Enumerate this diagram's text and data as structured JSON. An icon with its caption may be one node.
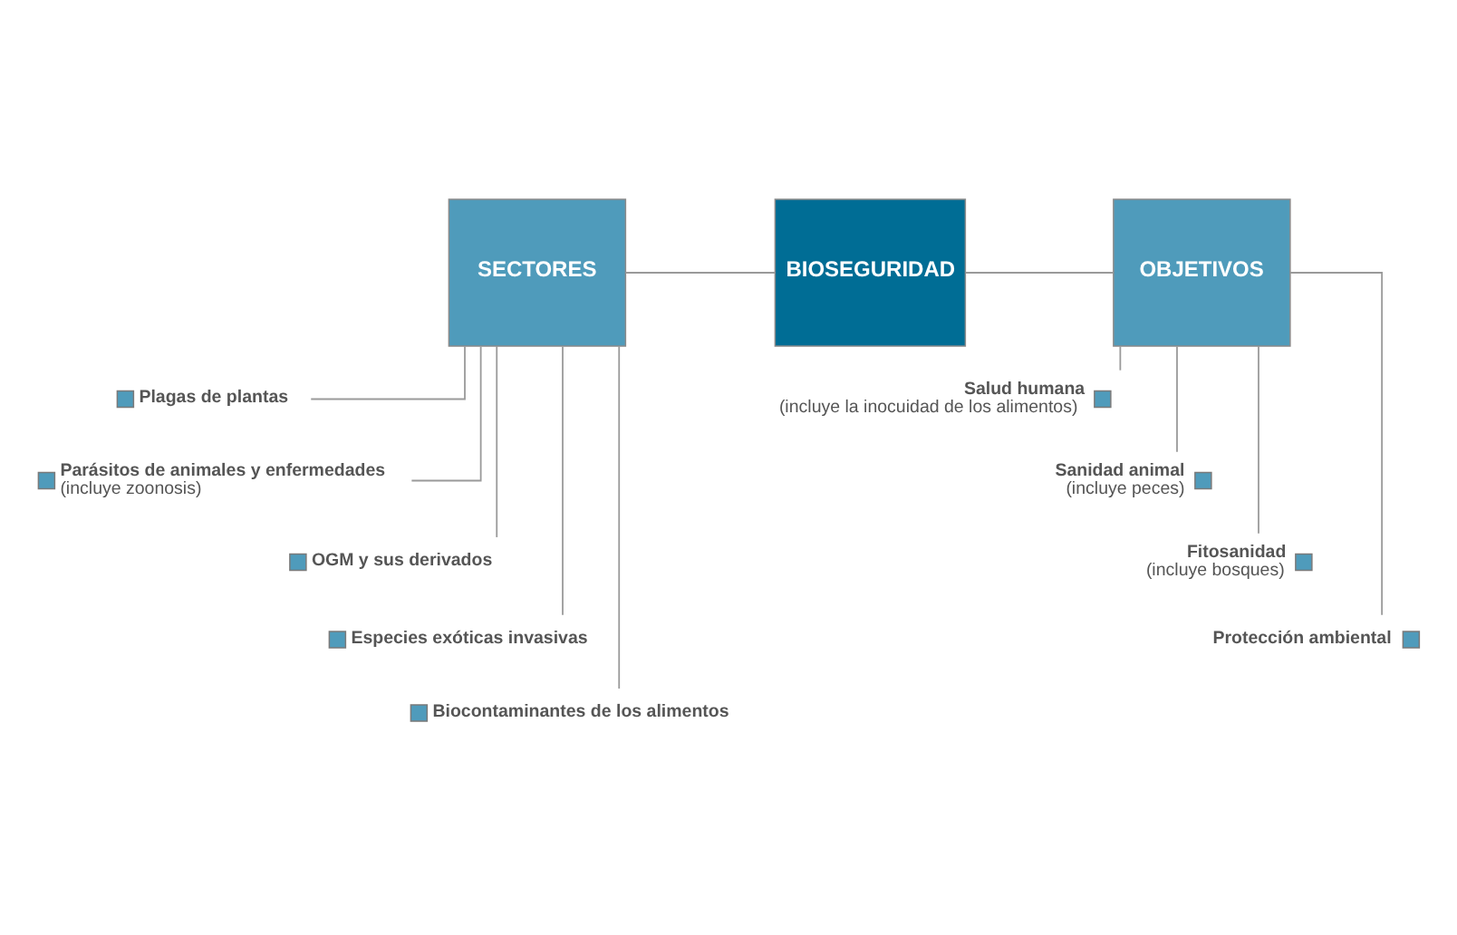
{
  "diagram": {
    "nodes": [
      {
        "text": [
          "SECTORES"
        ]
      },
      {
        "text": [
          "BIOSEGURIDAD"
        ]
      },
      {
        "text": [
          "OBJETIVOS"
        ]
      },
      {
        "text": [
          "Plagas de plantas"
        ]
      },
      {
        "text": [
          "Parásitos de animales y enfermedades",
          "(incluye zoonosis)"
        ]
      },
      {
        "text": [
          "OGM y sus derivados"
        ]
      },
      {
        "text": [
          "Especies exóticas invasivas"
        ]
      },
      {
        "text": [
          "Biocontaminantes de los alimentos"
        ]
      },
      {
        "text": [
          "Salud humana",
          "(incluye la inocuidad de los alimentos)"
        ]
      },
      {
        "text": [
          "Sanidad animal",
          "(incluye peces)"
        ]
      },
      {
        "text": [
          "Fitosanidad",
          "(incluye bosques)"
        ]
      },
      {
        "text": [
          "Protección ambiental"
        ]
      }
    ],
    "edges": [
      {
        "from": 0,
        "to": 1,
        "arrow": "none"
      },
      {
        "from": 1,
        "to": 2,
        "arrow": "none"
      },
      {
        "from": 0,
        "to": 3,
        "arrow": "none"
      },
      {
        "from": 0,
        "to": 4,
        "arrow": "none"
      },
      {
        "from": 0,
        "to": 5,
        "arrow": "none"
      },
      {
        "from": 0,
        "to": 6,
        "arrow": "none"
      },
      {
        "from": 0,
        "to": 7,
        "arrow": "none"
      },
      {
        "from": 2,
        "to": 8,
        "arrow": "none"
      },
      {
        "from": 2,
        "to": 9,
        "arrow": "none"
      },
      {
        "from": 2,
        "to": 10,
        "arrow": "none"
      },
      {
        "from": 2,
        "to": 11,
        "arrow": "none"
      }
    ]
  }
}
